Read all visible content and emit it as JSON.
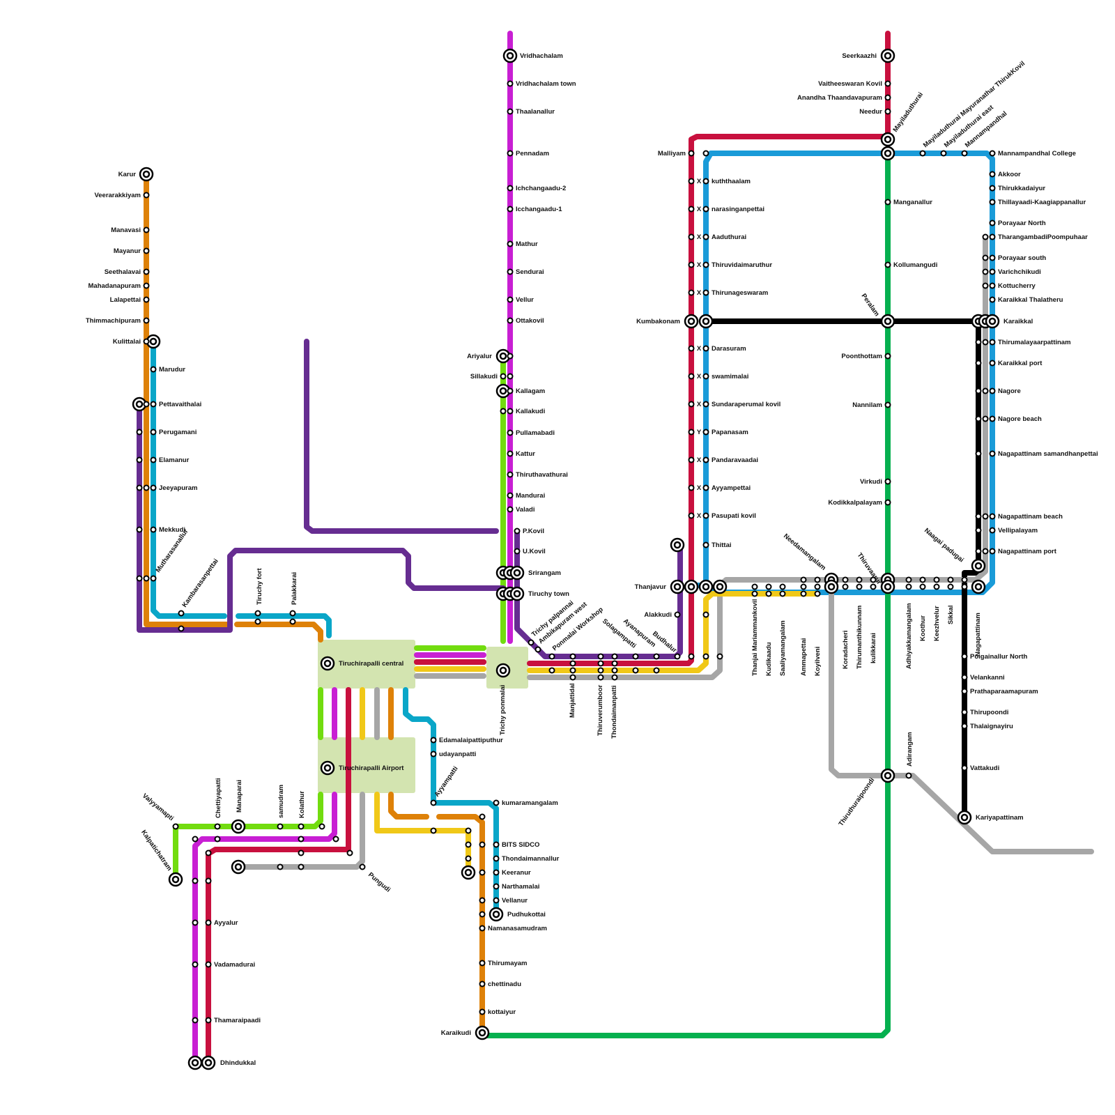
{
  "colors": {
    "red": "#c8103e",
    "blue": "#1a9bd8",
    "green": "#05b04f",
    "magenta": "#c81fd3",
    "purple": "#662d91",
    "orange": "#de8108",
    "teal": "#0aa6c8",
    "lime": "#72dc0f",
    "yellow": "#f0c818",
    "gray": "#a6a6a6",
    "black": "#000000",
    "hub": "#d3e4b0"
  },
  "hubs": {
    "central": "Tiruchirapalli central",
    "airport": "Tiruchirapalli Airport",
    "ponmalai": "Trichy ponmalai"
  },
  "stations": {
    "karur": "Karur",
    "veerarakkiyam": "Veerarakkiyam",
    "manavasi": "Manavasi",
    "mayanur": "Mayanur",
    "seethalavai": "Seethalavai",
    "mahadanapuram": "Mahadanapuram",
    "lalapettai": "Lalapettai",
    "thimmachipuram": "Thimmachipuram",
    "kulittalai": "Kulittalai",
    "marudur": "Marudur",
    "pettavaithalai": "Pettavaithalai",
    "perugamani": "Perugamani",
    "elamanur": "Elamanur",
    "jeeyapuram": "Jeeyapuram",
    "mekkudi": "Mekkudi",
    "mutharasanallur": "Mutharasanallur",
    "kambarasanpettai": "Kambarasanpettai",
    "trichy_fort": "Tiruchy fort",
    "palakkarai": "Palakkarai",
    "vridhachalam": "Vridhachalam",
    "vridhachalam_town": "Vridhachalam town",
    "thaalanallur": "Thaalanallur",
    "pennadam": "Pennadam",
    "ichchangaadu2": "Ichchangaadu-2",
    "icchangaadu1": "Icchangaadu-1",
    "mathur": "Mathur",
    "sendurai": "Sendurai",
    "vellur": "Vellur",
    "ottakovil": "Ottakovil",
    "ariyalur": "Ariyalur",
    "sillakudi": "Sillakudi",
    "kallagam": "Kallagam",
    "kallakudi": "Kallakudi",
    "pullamabadi": "Pullamabadi",
    "kattur": "Kattur",
    "thiruthavathurai": "Thiruthavathurai",
    "mandurai": "Mandurai",
    "valadi": "Valadi",
    "pkovil": "P.Kovil",
    "ukovil": "U.Kovil",
    "srirangam": "Srirangam",
    "trichy_town": "Tiruchy town",
    "trichy_palpannai": "Trichy palpannai",
    "ambikapuram_west": "Ambikapuram west",
    "ponmalai_workshop": "Ponmalai Workshop",
    "manjattidal": "Manjattidal",
    "thiruverumboor": "Thiruverumboor",
    "thondaimanpatti": "Thondaimanpatti",
    "solagampatti": "Solagampatti",
    "ayanapuram": "Ayanapuram",
    "budhalur": "Budhalur",
    "alakkudi": "Alakkudi",
    "thanjavur": "Thanjavur",
    "malliyam": "Malliyam",
    "kuththaalam": "kuththaalam",
    "narasinganpettai": "narasinganpettai",
    "aaduthurai": "Aaduthurai",
    "thiruvidaimaruthur": "Thiruvidaimaruthur",
    "thirunageswaram": "Thirunageswaram",
    "kumbakonam": "Kumbakonam",
    "darasuram": "Darasuram",
    "swamimalai": "swamimalai",
    "sundaraperumal_kovil": "Sundaraperumal kovil",
    "papanasam": "Papanasam",
    "pandaravaadai": "Pandaravaadai",
    "ayyampettai": "Ayyampettai",
    "pasupati_kovil": "Pasupati kovil",
    "thittai": "Thittai",
    "thanjai_mariammankovil": "Thanjai Mariammankovil",
    "kudikaadu": "Kudikaadu",
    "saaliyamangalam": "Saaliyamangalam",
    "ammapettai": "Ammapettai",
    "koyilveni": "Koyilveni",
    "needamangalam": "Needamangalam",
    "koradacheri": "Koradacheri",
    "thirumanthikunnam": "Thirumanthikunnam",
    "kulikkarai": "kulikkarai",
    "thiruvaarur": "Thiruvaarur",
    "adhiyakkamangalam": "Adhiyakkamangalam",
    "koothur": "Koothur",
    "keezhvelur": "Keezhvelur",
    "sikkal": "Sikkal",
    "nagai_padugai": "Naagai padugai",
    "nagapattinam": "Nagapattinam",
    "seerkaazhi": "Seerkaazhi",
    "vaitheeswaran_kovil": "Vaitheeswaran Kovil",
    "anandha_thaandavapuram": "Anandha Thaandavapuram",
    "needur": "Needur",
    "mayiladuthurai": "Mayiladuthurai",
    "mayiladuthurai_mayuranathar": "Mayiladuthurai Mayuranathar ThirukKovil",
    "mayiladuthurai_east": "Mayiladuthurai east",
    "mannampandhal": "Mannampandhal",
    "mannampandhal_college": "Mannampandhal College",
    "akkoor": "Akkoor",
    "thirukkadaiyur": "Thirukkadaiyur",
    "thillayaadi": "Thillayaadi-Kaagiappanallur",
    "porayaar_north": "Porayaar North",
    "tarangambadi": "TharangambadiPoompuhaar",
    "porayaar_south": "Porayaar south",
    "varichchikudi": "Varichchikudi",
    "kottucherry": "Kottucherry",
    "karaikkal_thalatheru": "Karaikkal Thalatheru",
    "karaikkal": "Karaikkal",
    "thirumalayaarpattinam": "Thirumalayaarpattinam",
    "karaikkal_port": "Karaikkal port",
    "nagore": "Nagore",
    "nagore_beach": "Nagore beach",
    "nagapattinam_samandhanpettai": "Nagapattinam samandhanpettai",
    "nagapattinam_beach": "Nagapattinam beach",
    "vellipalayam": "Vellipalayam",
    "nagapattinam_port": "Nagapattinam port",
    "manganallur": "Manganallur",
    "kollumangudi": "Kollumangudi",
    "peralam": "Peralam",
    "poonthottam": "Poonthottam",
    "nannilam": "Nannilam",
    "virkudi": "Virkudi",
    "kodikkalpalayam": "Kodikkalpalayam",
    "thiruthuraipoondi": "Thiruthuraipoondi",
    "adirangam": "Adirangam",
    "poigainallur_north": "Poigainallur North",
    "velankanni": "Velankanni",
    "prathaparaamapuram": "Prathaparaamapuram",
    "thirupoondi": "Thirupoondi",
    "thalaignayiru": "Thalaignayiru",
    "vattakudi": "Vattakudi",
    "kariyapattinam": "Kariyapattinam",
    "edamalaipattiputhur": "Edamalaipattiputhur",
    "udayanpatti": "udayanpatti",
    "ayyampatti": "Ayyampatti",
    "kumaramangalam": "kumaramangalam",
    "bits_sidco": "BITS SIDCO",
    "thondaimannallur": "Thondaimannallur",
    "keeranur": "Keeranur",
    "narthamalai": "Narthamalai",
    "vellanur": "Vellanur",
    "pudhukottai": "Pudhukottai",
    "namanasamudram": "Namanasamudram",
    "thirumayam": "Thirumayam",
    "chettinadu": "chettinadu",
    "kottaiyur": "kottaiyur",
    "karaikudi": "Karaikudi",
    "valyyamapti": "Valyyamapti",
    "kalpatichatram": "Kalpatichatram",
    "chettiyapatti": "Chettiyapatti",
    "manaparai": "Manaparai",
    "samudram": "samudram",
    "kolathur": "Kolathur",
    "pungudi": "Pungudi",
    "ayyalur": "Ayyalur",
    "vadamadurai": "Vadamadurai",
    "thamaraipaadi": "Thamaraipaadi",
    "dhindukkal": "Dhindukkal"
  },
  "markers": {
    "x": "X",
    "y": "Y"
  }
}
